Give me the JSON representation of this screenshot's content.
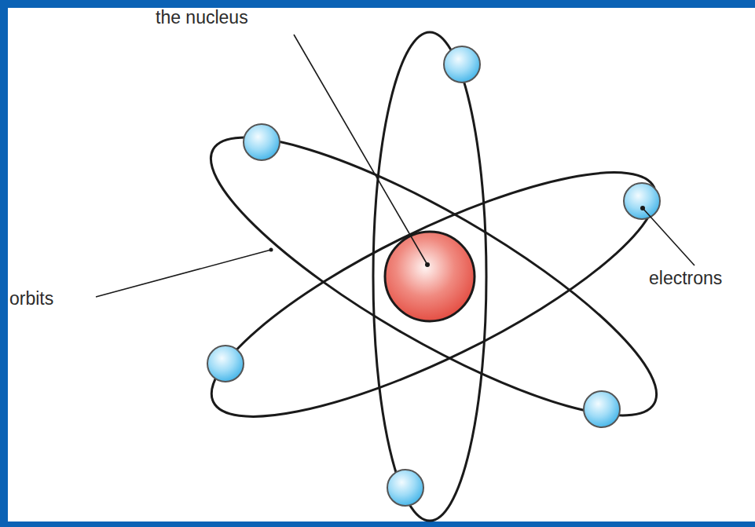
{
  "diagram": {
    "labels": [
      "the nucleus",
      "electrons",
      "orbits"
    ]
  }
}
